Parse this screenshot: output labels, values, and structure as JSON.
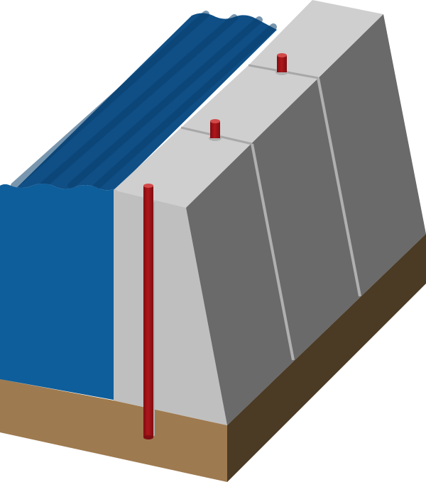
{
  "colors": {
    "water_top": "#0f4f86",
    "water_top_dark": "#0b3f6e",
    "water_front": "#0e5e9b",
    "soil_top": "#a07a4c",
    "soil_front": "#9e7a50",
    "soil_side": "#4b3a24",
    "concrete_top": "#cfcfcf",
    "concrete_front": "#bfbfbf",
    "concrete_face": "#6a6a6a",
    "concrete_seam": "#b0b0b0",
    "pin": "#b0161b",
    "pin_dark": "#7e0e12",
    "pin_light": "#d24a4a"
  },
  "icons": {
    "barrier": "concrete-barrier-block",
    "pin": "anchor-pin",
    "water": "floodwater"
  }
}
